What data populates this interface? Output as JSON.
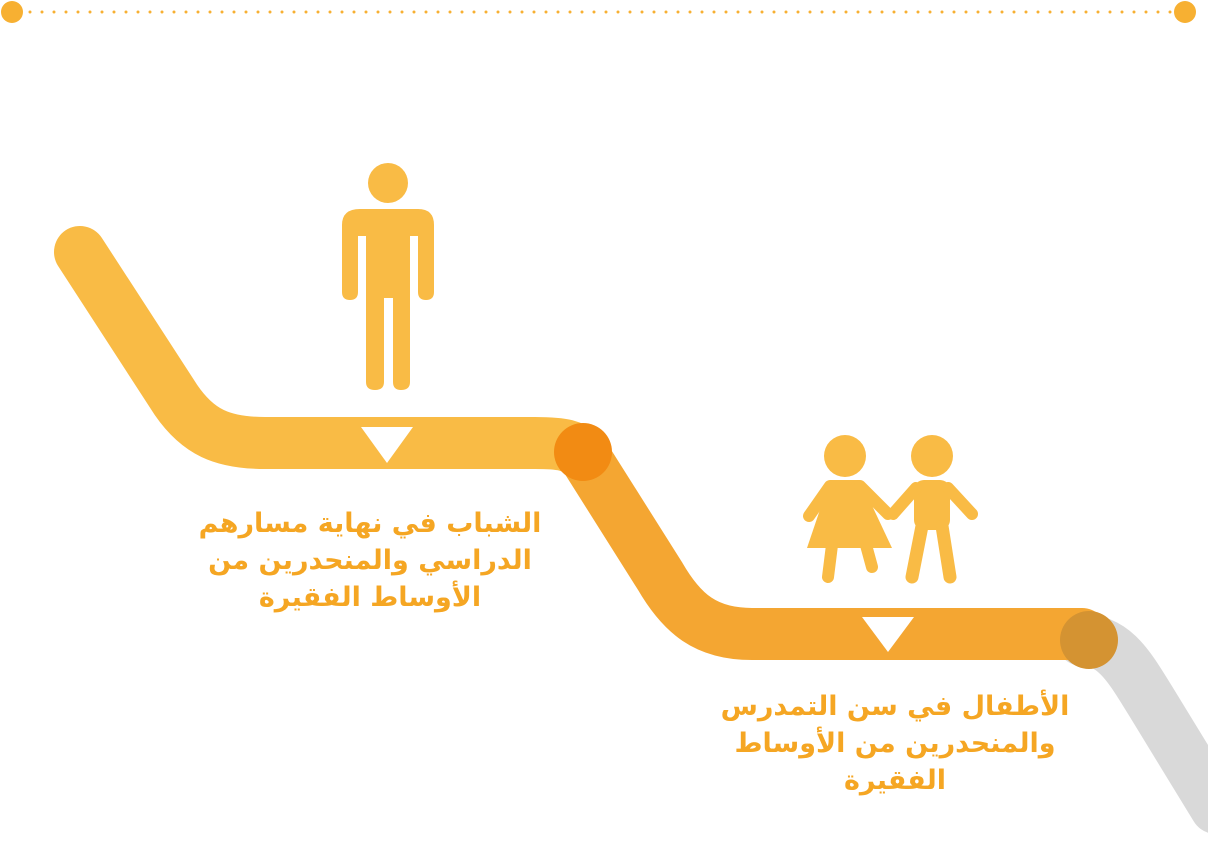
{
  "colors": {
    "accent": "#f7b032",
    "accent_light": "#f9bb45",
    "accent_dark": "#f4a632",
    "node_highlight": "#f28b13",
    "node_end": "#d49332",
    "path_faded": "#d9d9d9",
    "marker": "#ffffff",
    "caption_text": "#f5a623"
  },
  "icons": {
    "top_node": "circle-dot",
    "path_start_node": "orange-circle-icon",
    "path_end_node": "dark-amber-circle-icon",
    "youth_figure": "standing-person-icon",
    "children_figure": "children-holding-hands-icon",
    "marker": "down-triangle-icon"
  },
  "steps": [
    {
      "figure": "adult",
      "label": "الشباب في نهاية مسارهم\nالدراسي والمنحدرين من\nالأوساط الفقيرة"
    },
    {
      "figure": "children",
      "label": "الأطفال في  سن التمدرس\nوالمنحدرين من الأوساط\nالفقيرة"
    }
  ]
}
